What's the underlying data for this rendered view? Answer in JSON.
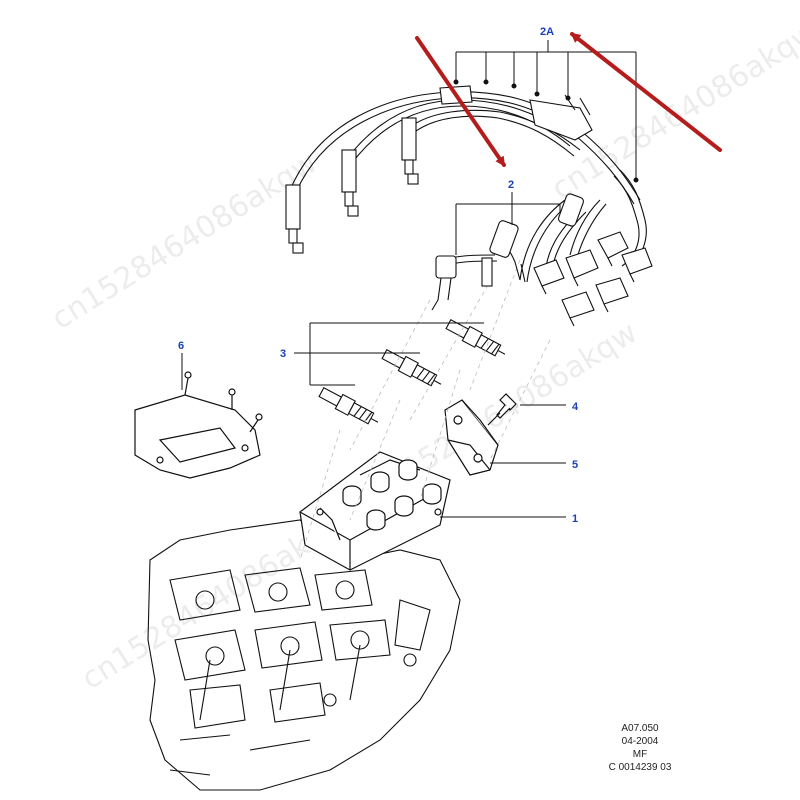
{
  "callouts": {
    "c2A": "2A",
    "c2": "2",
    "c3": "3",
    "c4": "4",
    "c5": "5",
    "c6": "6",
    "c1": "1"
  },
  "colors": {
    "callout": "#1a3fb8",
    "arrow": "#b51c1c",
    "line": "#111111",
    "dashed": "#bbbbbb"
  },
  "footer": {
    "line1": "A07.050",
    "line2": "04-2004",
    "line3": "MF",
    "line4": "C 0014239 03"
  },
  "watermark": "cn1528464086akqw"
}
